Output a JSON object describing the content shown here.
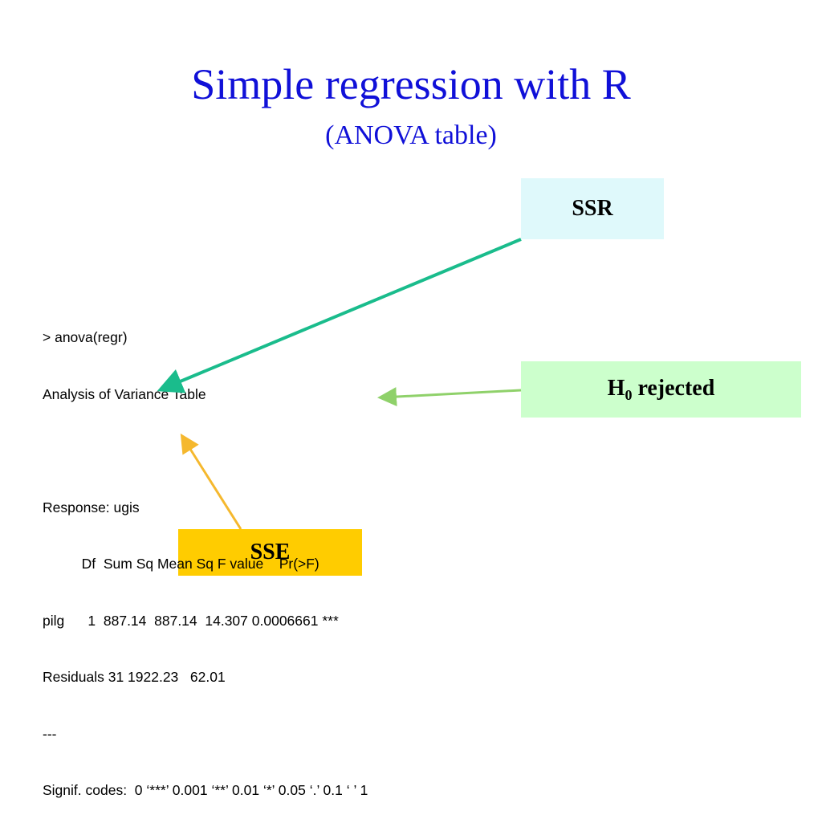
{
  "slide": {
    "title": "Simple regression with R",
    "subtitle": "(ANOVA table)"
  },
  "callouts": {
    "ssr": "SSR",
    "h0_prefix": "H",
    "h0_sub": "0",
    "h0_suffix": " rejected",
    "sse": "SSE"
  },
  "console": {
    "lines": [
      "> anova(regr)",
      "Analysis of Variance Table",
      "",
      "Response: ugis",
      "          Df  Sum Sq Mean Sq F value    Pr(>F)    ",
      "pilg      1  887.14  887.14  14.307 0.0006661 ***",
      "Residuals 31 1922.23   62.01                      ",
      "---",
      "Signif. codes:  0 ‘***’ 0.001 ‘**’ 0.01 ‘*’ 0.05 ‘.’ 0.1 ‘ ’ 1"
    ]
  },
  "colors": {
    "title": "#1010d8",
    "ssr_box": "#dff9fb",
    "h0_box": "#ccffcc",
    "sse_box": "#ffcc00",
    "ssr_arrow": "#1abc8c",
    "h0_arrow": "#8fd16a",
    "sse_arrow": "#f5b82e"
  }
}
